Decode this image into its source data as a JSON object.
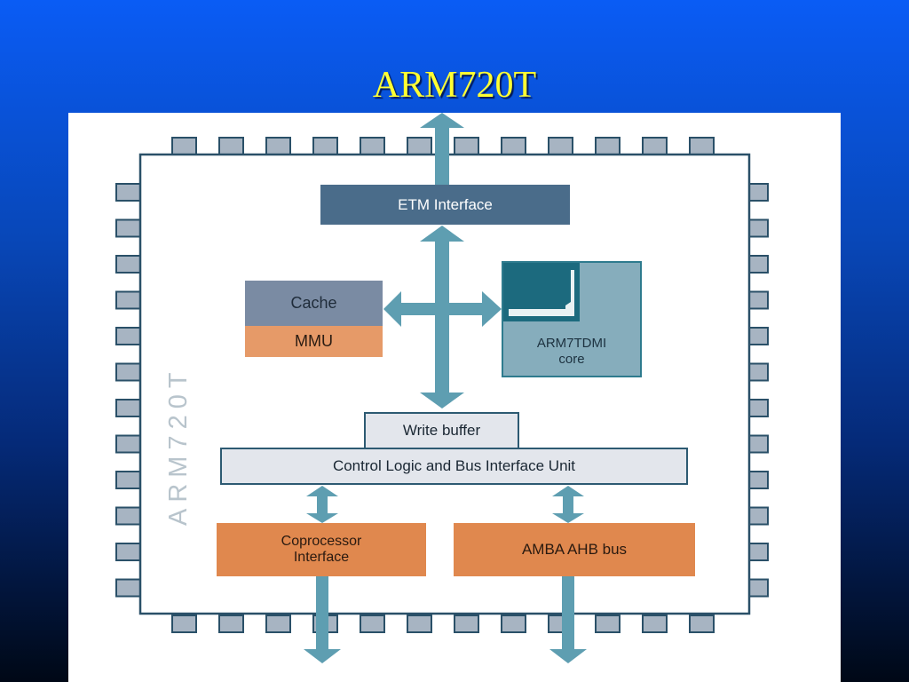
{
  "slide": {
    "title": "ARM720T"
  },
  "diagram": {
    "chip_label": "ARM720T",
    "blocks": {
      "etm": "ETM Interface",
      "cache": "Cache",
      "mmu": "MMU",
      "core_line1": "ARM7TDMI",
      "core_line2": "core",
      "write_buffer": "Write buffer",
      "control_logic": "Control Logic and Bus Interface Unit",
      "coprocessor_line1": "Coprocessor",
      "coprocessor_line2": "Interface",
      "amba": "AMBA AHB bus"
    },
    "colors": {
      "background_top": "#0a5cf5",
      "background_bottom": "#000816",
      "title": "#ffff33",
      "pins": "#a7b4c2",
      "arrows": "#5e9eb1",
      "etm_block": "#4a6c8a",
      "cache_block": "#7a8ba3",
      "mmu_block": "#e69a68",
      "core_block": "#86adbc",
      "io_blocks": "#e0884e"
    }
  }
}
